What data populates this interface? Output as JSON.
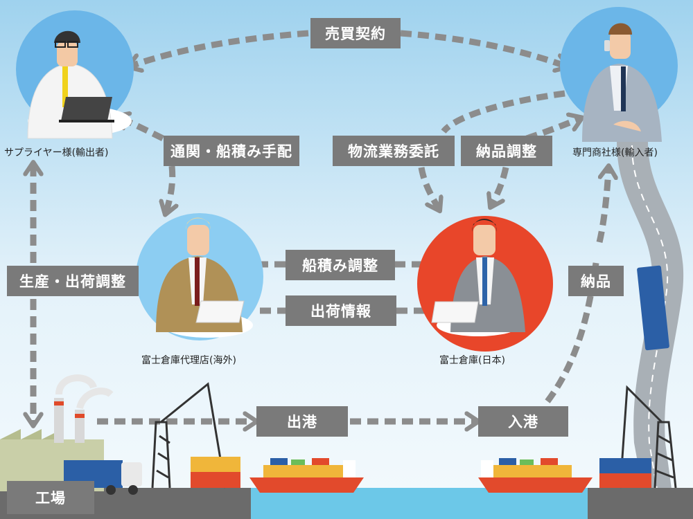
{
  "actors": {
    "supplier": "サプライヤー様(輸出者)",
    "trader": "専門商社様(輸入者)",
    "overseas_agent": "富士倉庫代理店(海外)",
    "fuji_japan": "富士倉庫(日本)"
  },
  "flows": {
    "sales_contract": "売買契約",
    "customs_loading": "通関・船積み手配",
    "logistics_outsource": "物流業務委託",
    "delivery_adjust": "納品調整",
    "loading_adjust": "船積み調整",
    "shipping_info": "出荷情報",
    "production_adjust": "生産・出荷調整",
    "delivery": "納品",
    "departure": "出港",
    "arrival": "入港",
    "factory": "工場"
  },
  "colors": {
    "sky_top": "#9fd2ee",
    "sky_bottom": "#eef7fc",
    "tag_gray": "#7a7a7a",
    "arrow_gray": "#8c8c8c",
    "circle_blue": "#6bb6e8",
    "circle_light_blue": "#8ccdf2",
    "circle_orange": "#e8462a",
    "ship_red": "#e24a2c",
    "sea": "#6cc8e8"
  }
}
